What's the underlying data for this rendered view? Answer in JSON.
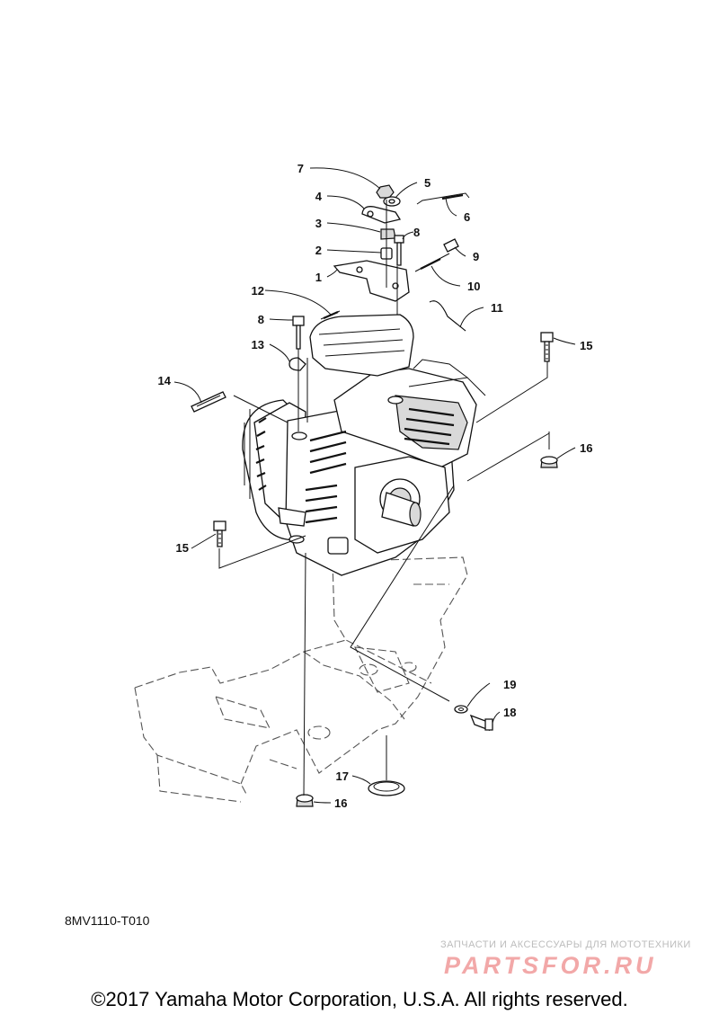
{
  "diagram": {
    "callouts": [
      "1",
      "2",
      "3",
      "4",
      "5",
      "6",
      "7",
      "8",
      "8",
      "9",
      "10",
      "11",
      "12",
      "13",
      "14",
      "15",
      "15",
      "16",
      "16",
      "17",
      "18",
      "19"
    ]
  },
  "ref_code": "8MV1110-T010",
  "watermark": {
    "text": "ЗАПЧАСТИ И АКСЕССУАРЫ ДЛЯ МОТОТЕХНИКИ",
    "logo": "PARTSFOR.RU"
  },
  "copyright": "©2017 Yamaha Motor Corporation, U.S.A. All rights reserved."
}
